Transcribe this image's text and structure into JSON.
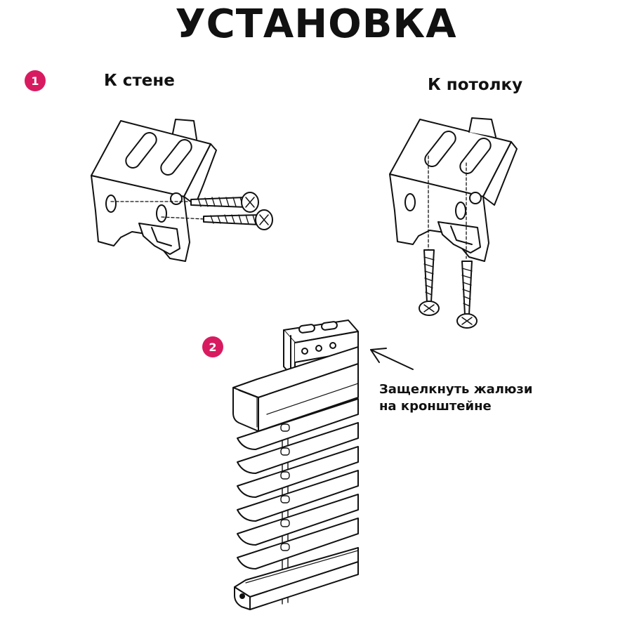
{
  "title": "УСТАНОВКА",
  "steps": [
    {
      "number": "1",
      "options": [
        "К стене",
        "К потолку"
      ]
    },
    {
      "number": "2",
      "instruction_lines": [
        "Защелкнуть жалюзи",
        "на кронштейне"
      ]
    }
  ],
  "colors": {
    "badge": "#d81b60",
    "line": "#111111"
  }
}
